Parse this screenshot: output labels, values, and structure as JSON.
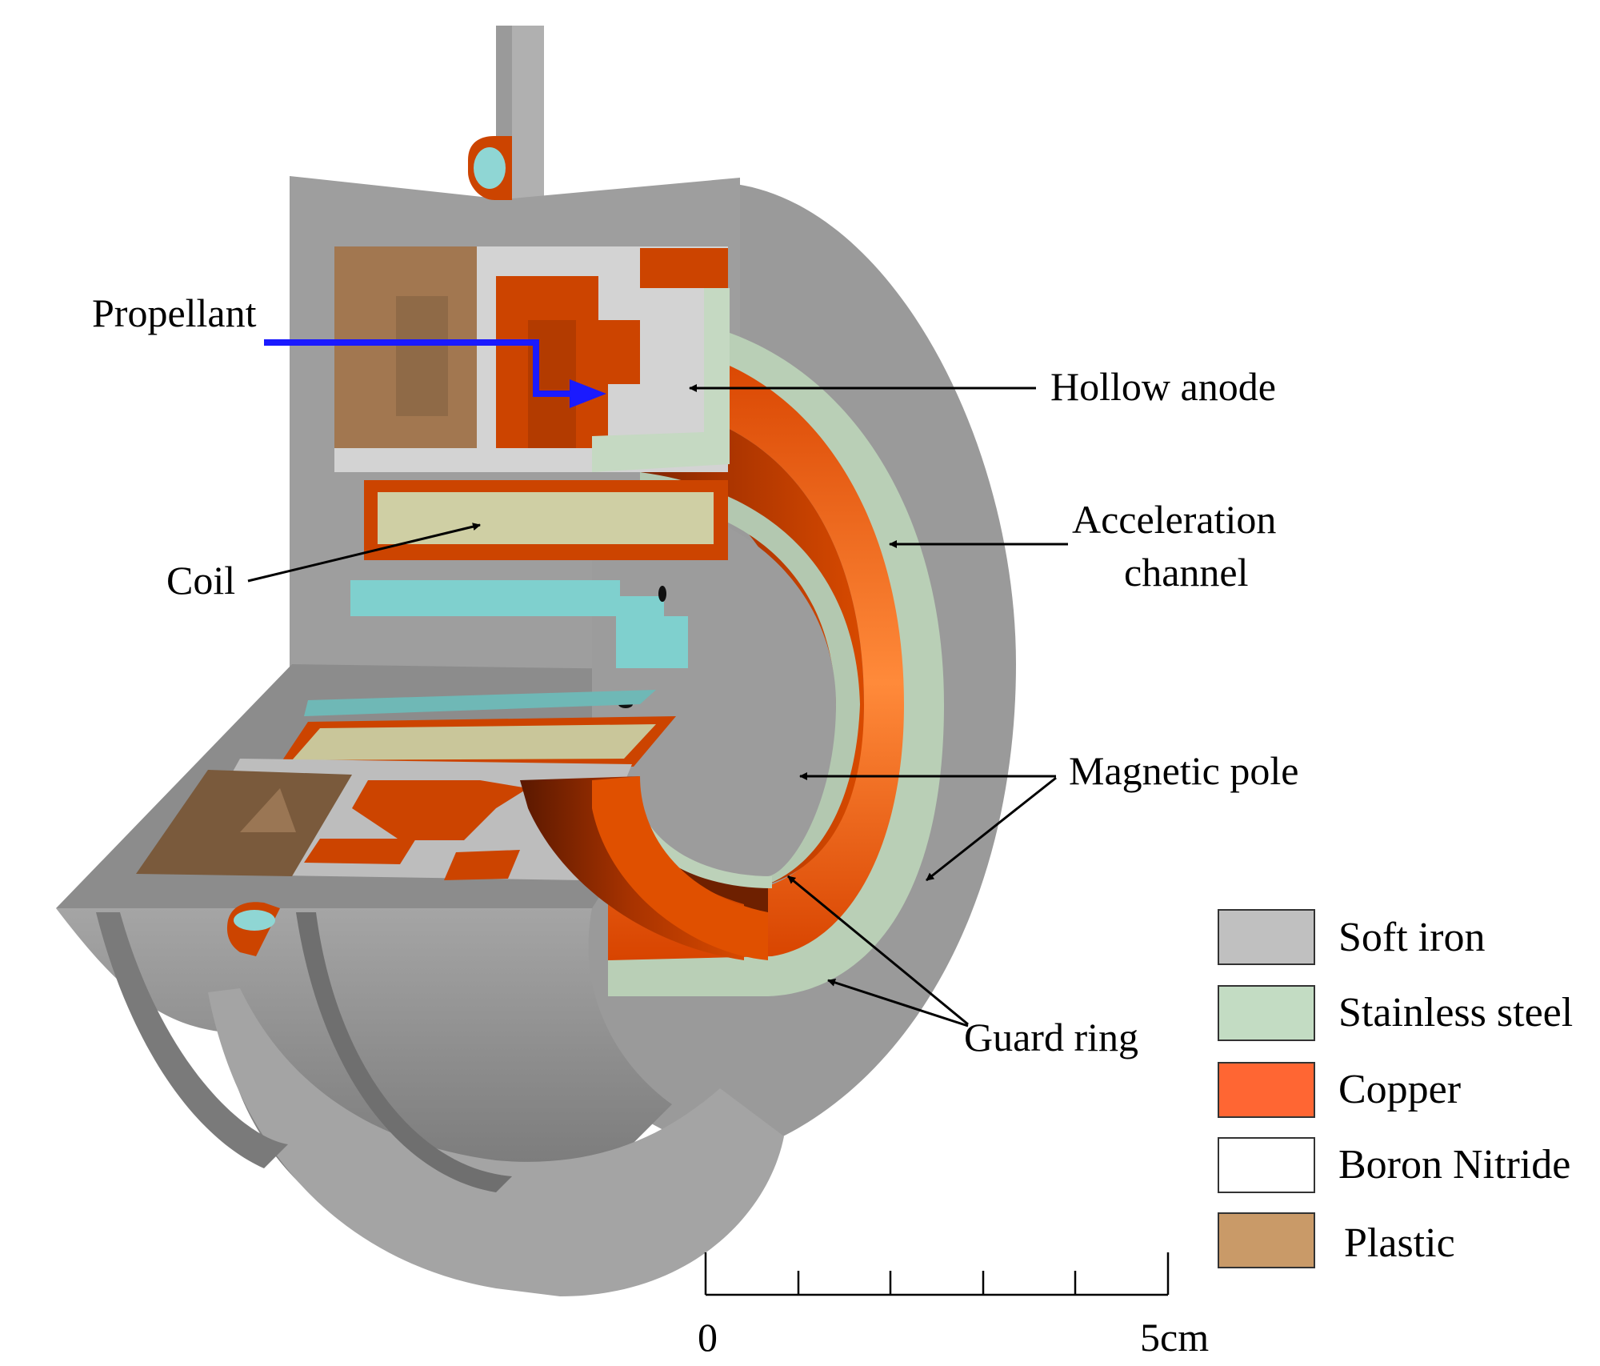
{
  "labels": {
    "propellant": "Propellant",
    "hollow_anode": "Hollow anode",
    "acceleration_line1": "Acceleration",
    "acceleration_line2": "channel",
    "coil": "Coil",
    "magnetic_pole": "Magnetic pole",
    "guard_ring": "Guard ring"
  },
  "legend": [
    {
      "label": "Soft iron",
      "color": "#c0c0c0"
    },
    {
      "label": "Stainless steel",
      "color": "#c3dcc3"
    },
    {
      "label": "Copper",
      "color": "#ff6633"
    },
    {
      "label": "Boron Nitride",
      "color": "#ffffff"
    },
    {
      "label": "Plastic",
      "color": "#c99a68"
    }
  ],
  "scale": {
    "start": "0",
    "end": "5cm"
  },
  "colors": {
    "iron": "#9a9a9a",
    "iron_light": "#b4b4b4",
    "iron_dark": "#6e6e6e",
    "copper": "#cc4400",
    "copper_dark": "#8a2a00",
    "copper_bright": "#ff6a1a",
    "steel": "#c3d8c0",
    "plastic": "#a27750",
    "coil": "#cfcfa4",
    "cyan": "#7fd0ce",
    "boron": "#d8d8d8",
    "propellant_arrow": "#1a1aff"
  }
}
